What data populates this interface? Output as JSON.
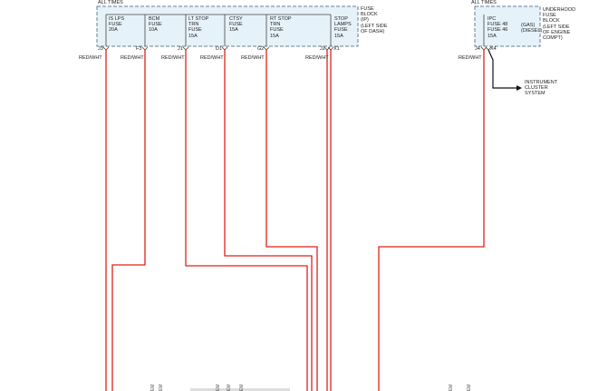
{
  "colors": {
    "wire": "#e0201a",
    "box_fill": "#e6f2fa",
    "box_border": "#6a7f8f",
    "arrow": "#111111"
  },
  "left_block": {
    "header": "ALL TIMES",
    "title": "FUSE\nBLOCK\n(IP)\n(LEFT SIDE\nOF DASH)",
    "fuses": [
      {
        "label": "IS LPS\nFUSE\n20A",
        "pin": "J3",
        "wire": "RED/WHT"
      },
      {
        "label": "BCM\nFUSE\n10A",
        "pin": "F3",
        "wire": "RED/WHT"
      },
      {
        "label": "LT STOP\nTRN\nFUSE\n15A",
        "pin": "J1",
        "wire": "RED/WHT"
      },
      {
        "label": "CTSY\nFUSE\n15A",
        "pin": "D1",
        "wire": "RED/WHT"
      },
      {
        "label": "RT STOP\nTRN\nFUSE\n15A",
        "pin": "G2",
        "wire": "RED/WHT"
      },
      {
        "label": "STOP\nLAMPS\nFUSE\n15A",
        "pin": "J2",
        "wire": "RED/WHT",
        "pin2": "X1"
      }
    ]
  },
  "right_block": {
    "header": "ALL TIMES",
    "title": "UNDERHOOD\nFUSE\nBLOCK\n(LEFT SIDE\nOF ENGINE\nCOMPT)",
    "fuse_label": "IPC\nFUSE 48\nFUSE 46\n15A",
    "variants": "(GAS)\n(DIESEL)",
    "pin": "J4",
    "pin2": "X4",
    "wire": "RED/WHT",
    "destination": "INSTRUMENT\nCLUSTER\nSYSTEM"
  },
  "bottom_fragments": [
    "EM",
    "EM",
    "EM",
    "EM",
    "EM",
    "EM",
    "EM"
  ]
}
